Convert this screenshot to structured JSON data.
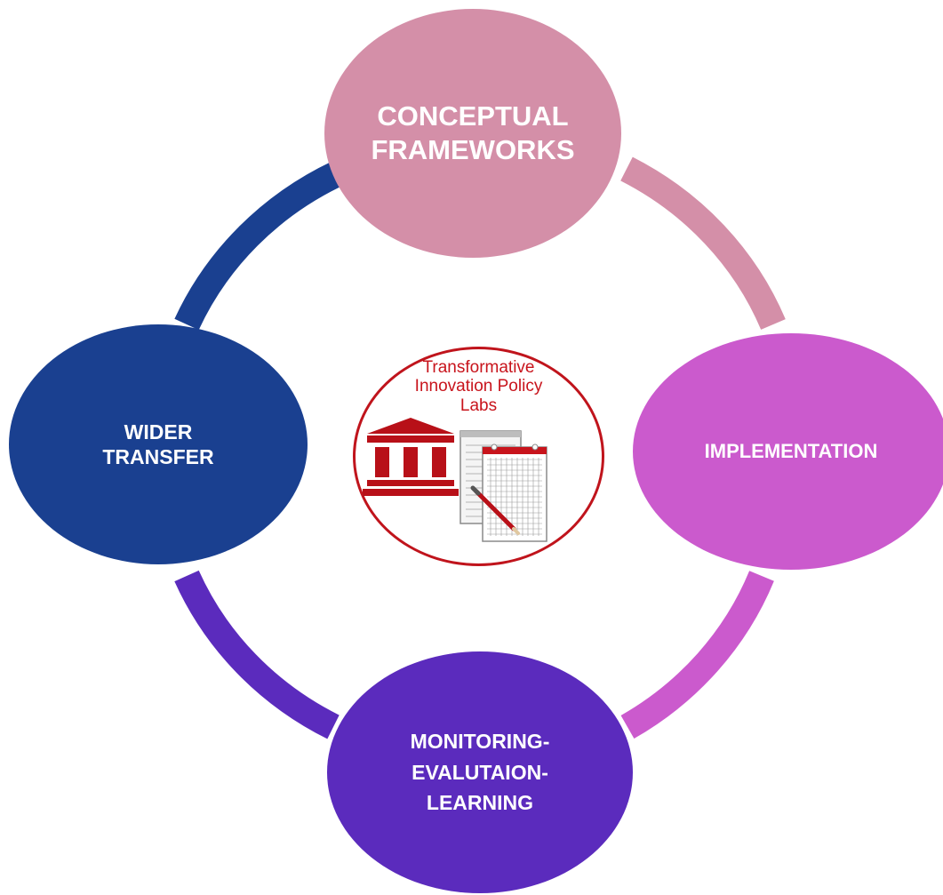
{
  "nodes": {
    "conceptual_frameworks": {
      "label": "CONCEPTUAL\nFRAMEWORKS",
      "color": "#d48fa8"
    },
    "implementation": {
      "label": "IMPLEMENTATION",
      "color": "#cb5acd"
    },
    "monitoring": {
      "label": "MONITORING-\nEVALUTAION-\nLEARNING",
      "color": "#5b2bbd"
    },
    "wider_transfer": {
      "label": "WIDER\nTRANSFER",
      "color": "#1a4090"
    }
  },
  "ring_colors": {
    "top_right": "#d48fa8",
    "bottom_right": "#cb5acd",
    "bottom_left": "#5b2bbd",
    "top_left": "#1a4090"
  },
  "center": {
    "title": "Transformative\nInnovation Policy\nLabs",
    "accent_color": "#c0141c",
    "icons": [
      "government-building-icon",
      "documents-icon",
      "pencil-icon"
    ]
  }
}
